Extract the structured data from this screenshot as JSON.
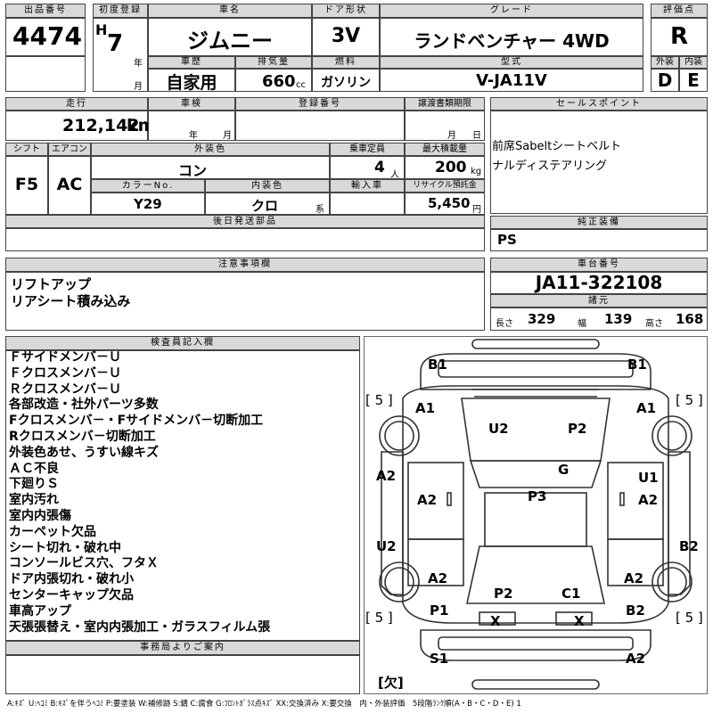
{
  "header": {
    "lot_label": "出品番号",
    "lot_no": "4474",
    "first_reg_label": "初度登録",
    "era": "H",
    "reg_year": "7",
    "year_unit": "年",
    "month_unit": "月",
    "car_name_label": "車名",
    "car_name": "ジムニー",
    "door_label": "ドア形状",
    "door": "3V",
    "grade_label": "グレード",
    "grade": "ランドベンチャー 4WD",
    "score_label": "評価点",
    "score": "R",
    "history_label": "車歴",
    "history": "自家用",
    "displacement_label": "排気量",
    "displacement": "660",
    "displacement_unit": "cc",
    "fuel_label": "燃料",
    "fuel": "ガソリン",
    "model_label": "型式",
    "model": "V-JA11V",
    "exterior_label": "外装",
    "exterior_grade": "D",
    "interior_label": "内装",
    "interior_grade": "E"
  },
  "row2": {
    "mileage_label": "走行",
    "mileage": "212,142",
    "mileage_unit": "km",
    "inspection_label": "車検",
    "insp_year_unit": "年",
    "insp_month_unit": "月",
    "reg_no_label": "登録番号",
    "transfer_label": "譲渡書類期限",
    "transfer_month_unit": "月",
    "transfer_day_unit": "日",
    "shift_label": "シフト",
    "shift": "F5",
    "ac_label": "エアコン",
    "ac": "AC",
    "color_label": "外装色",
    "color": "コン",
    "capacity_label": "乗車定員",
    "capacity": "4",
    "capacity_unit": "人",
    "load_label": "最大積載量",
    "load": "200",
    "load_unit": "kg",
    "color_no_label": "カラーNo.",
    "color_no": "Y29",
    "interior_color_label": "内装色",
    "interior_color": "クロ",
    "interior_unit": "系",
    "import_label": "輸入車",
    "recycle_label": "リサイクル預託金",
    "recycle": "5,450",
    "recycle_unit": "円",
    "later_parts_label": "後日発送部品"
  },
  "sales": {
    "label": "セールスポイント",
    "lines": [
      "前席Sabeltシートベルト",
      "ナルディステアリング"
    ]
  },
  "genuine": {
    "label": "純正装備",
    "value": "PS"
  },
  "notes": {
    "label": "注意事項欄",
    "lines": [
      "リフトアップ",
      "リアシート積み込み"
    ]
  },
  "chassis": {
    "label": "車台番号",
    "value": "JA11-322108",
    "spec_label": "諸元",
    "length_label": "長さ",
    "length": "329",
    "width_label": "幅",
    "width": "139",
    "height_label": "高さ",
    "height": "168"
  },
  "inspector": {
    "label": "検査員記入欄",
    "lines": [
      "Ｆサイドメンバ－Ｕ",
      "Ｆクロスメンバ－Ｕ",
      "Ｒクロスメンバ－Ｕ",
      "各部改造・社外パーツ多数",
      "Fクロスメンバ－・Fサイドメンバ－切断加工",
      "Rクロスメンバ－切断加工",
      "外装色あせ、うすい線キズ",
      "ＡＣ不良",
      "下廻りＳ",
      "室内汚れ",
      "室内内張傷",
      "カーペット欠品",
      "シート切れ・破れ中",
      "コンソールビス穴、フタＸ",
      "ドア内張切れ・破れ小",
      "センターキャップ欠品",
      "車高アップ",
      "天張張替え・室内内張加工・ガラスフィルム張"
    ]
  },
  "office": {
    "label": "事務局よりご案内"
  },
  "diagram": {
    "marks": {
      "b1_left": "B1",
      "b1_right": "B1",
      "tire_fl": "[ 5 ]",
      "tire_fr": "[ 5 ]",
      "tire_rl": "[ 5 ]",
      "tire_rr": "[ 5 ]",
      "a1_left": "A1",
      "a1_right": "A1",
      "u2_hood": "U2",
      "p2_hood": "P2",
      "g": "G",
      "p3": "P3",
      "u1_right": "U1",
      "a2_left_front": "A2",
      "a2_left_mid": "A2",
      "a2_right_mid": "A2",
      "u2_left": "U2",
      "b2_right": "B2",
      "a2_left_rear": "A2",
      "a2_right_rear": "A2",
      "p2_rear": "P2",
      "c1": "C1",
      "p1": "P1",
      "b2_rear_right": "B2",
      "x_left": "X",
      "x_right": "X",
      "s1": "S1",
      "a2_bottom": "A2",
      "spare": "[欠]"
    }
  },
  "legend": {
    "text": "A:ｷｽﾞ U:ﾍｺﾐ B:ｷｽﾞを伴うﾍｺﾐ P:要塗装 W:補修跡 S:錆 C:腐食 G:ﾌﾛﾝﾄｶﾞﾗｽ点ｷｽﾞ XX:交換済み X:要交換　内・外装評価　5段階ﾗﾝｸ順(A・B・C・D・E) 1"
  }
}
